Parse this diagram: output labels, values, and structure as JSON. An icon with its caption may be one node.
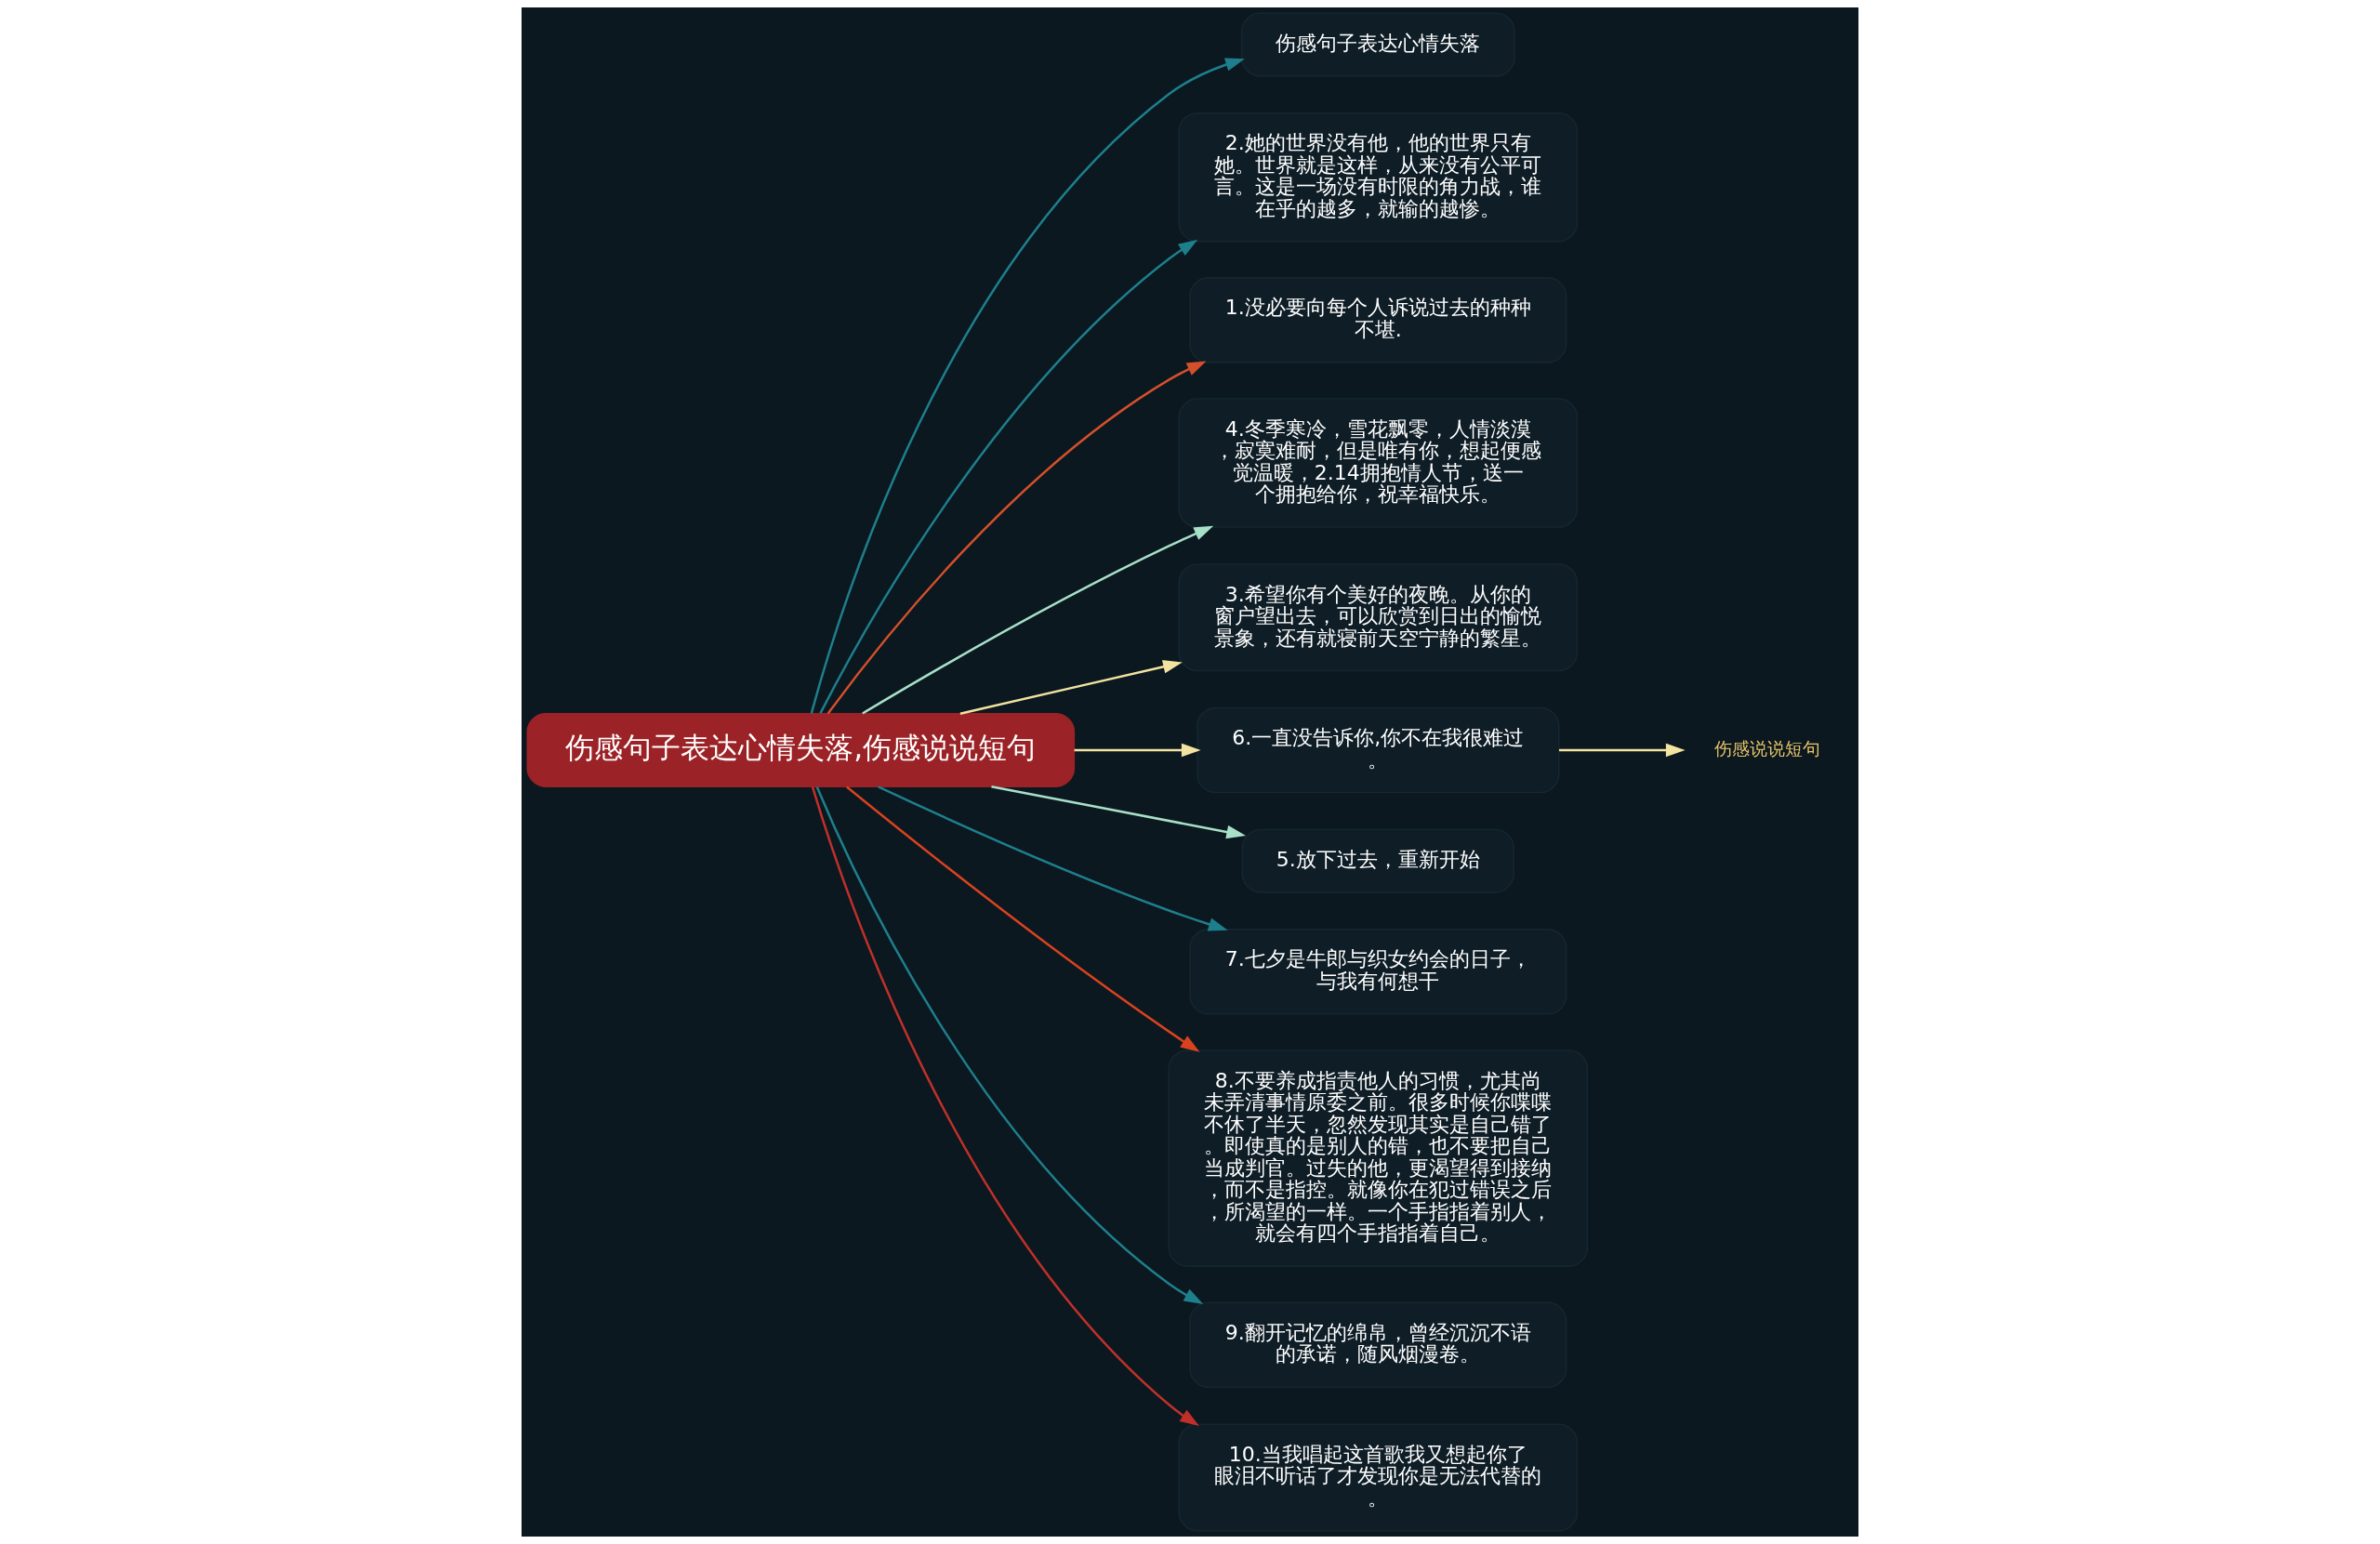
{
  "diagram": {
    "nodes": [
      {
        "text": [
          "伤感句子表达心情失落,伤感说说短句"
        ]
      },
      {
        "text": [
          "伤感句子表达心情失落"
        ]
      },
      {
        "text": [
          "2.她的世界没有他，他的世界只有她。世界就是这样，从来没有公平可言。这是一场没有时限的角力战，谁在乎的越多，就输的越惨。"
        ]
      },
      {
        "text": [
          "1.没必要向每个人诉说过去的种种不堪."
        ]
      },
      {
        "text": [
          "4.冬季寒冷，雪花飘零，人情淡漠，寂寞难耐，但是唯有你，想起便感觉温暖，2.14拥抱情人节，送一个拥抱给你，祝幸福快乐。"
        ]
      },
      {
        "text": [
          "3.希望你有个美好的夜晚。从你的窗户望出去，可以欣赏到日出的愉悦景象，还有就寝前天空宁静的繁星。"
        ]
      },
      {
        "text": [
          "6.一直没告诉你,你不在我很难过。"
        ]
      },
      {
        "text": [
          "伤感说说短句"
        ]
      },
      {
        "text": [
          "5.放下过去，重新开始"
        ]
      },
      {
        "text": [
          "7.七夕是牛郎与织女约会的日子，与我有何想干"
        ]
      },
      {
        "text": [
          "8.不要养成指责他人的习惯，尤其尚未弄清事情原委之前。很多时候你喋喋不休了半天，忽然发现其实是自己错了。即使真的是别人的错，也不要把自己当成判官。过失的他，更渴望得到接纳，而不是指控。就像你在犯过错误之后，所渴望的一样。一个手指指着别人，就会有四个手指指着自己。"
        ]
      },
      {
        "text": [
          "9.翻开记忆的绵帛，曾经沉沉不语的承诺，随风烟漫卷。"
        ]
      },
      {
        "text": [
          "10.当我唱起这首歌我又想起你了眼泪不听话了才发现你是无法代替的。"
        ]
      }
    ],
    "edges": [
      {
        "from": 0,
        "to": 1,
        "arrow": "to",
        "color": "#1e7f8c"
      },
      {
        "from": 0,
        "to": 2,
        "arrow": "to",
        "color": "#1e7f8c"
      },
      {
        "from": 0,
        "to": 3,
        "arrow": "to",
        "color": "#d4502a"
      },
      {
        "from": 0,
        "to": 4,
        "arrow": "to",
        "color": "#a8e0c8"
      },
      {
        "from": 0,
        "to": 5,
        "arrow": "to",
        "color": "#f3e3a0"
      },
      {
        "from": 0,
        "to": 6,
        "arrow": "to",
        "color": "#f3e3a0"
      },
      {
        "from": 6,
        "to": 7,
        "arrow": "to",
        "color": "#f3e3a0"
      },
      {
        "from": 0,
        "to": 8,
        "arrow": "to",
        "color": "#a8e0c8"
      },
      {
        "from": 0,
        "to": 9,
        "arrow": "to",
        "color": "#1e7f8c"
      },
      {
        "from": 0,
        "to": 10,
        "arrow": "to",
        "color": "#d9421f"
      },
      {
        "from": 0,
        "to": 11,
        "arrow": "to",
        "color": "#1e7f8c"
      },
      {
        "from": 0,
        "to": 12,
        "arrow": "to",
        "color": "#c0302a"
      }
    ]
  }
}
